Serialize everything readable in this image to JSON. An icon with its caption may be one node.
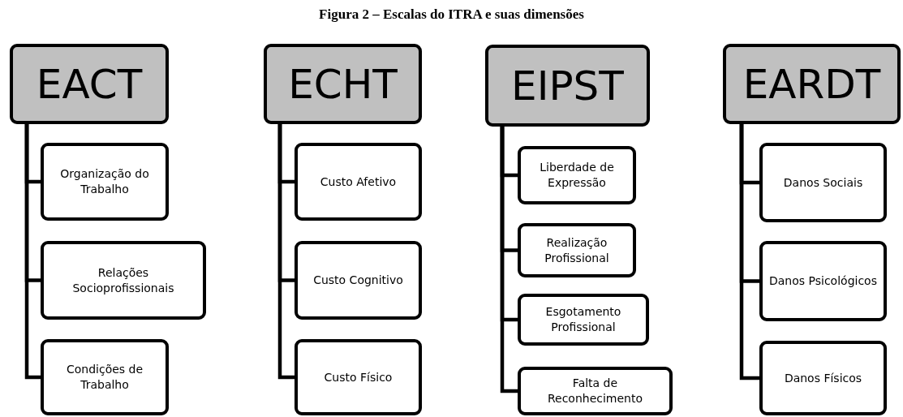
{
  "diagram": {
    "title": "Figura 2 – Escalas do ITRA e suas dimensões",
    "nodes": [
      {
        "text": [
          "EACT"
        ]
      },
      {
        "text": [
          "Organização do Trabalho"
        ]
      },
      {
        "text": [
          "Relações Socioprofissionais"
        ]
      },
      {
        "text": [
          "Condições de Trabalho"
        ]
      },
      {
        "text": [
          "ECHT"
        ]
      },
      {
        "text": [
          "Custo Afetivo"
        ]
      },
      {
        "text": [
          "Custo Cognitivo"
        ]
      },
      {
        "text": [
          "Custo Físico"
        ]
      },
      {
        "text": [
          "EIPST"
        ]
      },
      {
        "text": [
          "Liberdade de Expressão"
        ]
      },
      {
        "text": [
          "Realização Profissional"
        ]
      },
      {
        "text": [
          "Esgotamento Profissional"
        ]
      },
      {
        "text": [
          "Falta de Reconhecimento"
        ]
      },
      {
        "text": [
          "EARDT"
        ]
      },
      {
        "text": [
          "Danos Sociais"
        ]
      },
      {
        "text": [
          "Danos Psicológicos"
        ]
      },
      {
        "text": [
          "Danos Físicos"
        ]
      }
    ],
    "edges": [
      {
        "from": 0,
        "to": 1,
        "arrow": "none"
      },
      {
        "from": 0,
        "to": 2,
        "arrow": "none"
      },
      {
        "from": 0,
        "to": 3,
        "arrow": "none"
      },
      {
        "from": 4,
        "to": 5,
        "arrow": "none"
      },
      {
        "from": 4,
        "to": 6,
        "arrow": "none"
      },
      {
        "from": 4,
        "to": 7,
        "arrow": "none"
      },
      {
        "from": 8,
        "to": 9,
        "arrow": "none"
      },
      {
        "from": 8,
        "to": 10,
        "arrow": "none"
      },
      {
        "from": 8,
        "to": 11,
        "arrow": "none"
      },
      {
        "from": 8,
        "to": 12,
        "arrow": "none"
      },
      {
        "from": 13,
        "to": 14,
        "arrow": "none"
      },
      {
        "from": 13,
        "to": 15,
        "arrow": "none"
      },
      {
        "from": 13,
        "to": 16,
        "arrow": "none"
      }
    ]
  }
}
